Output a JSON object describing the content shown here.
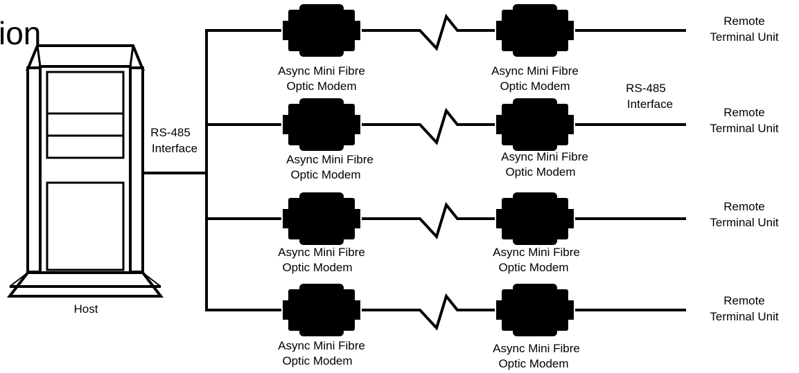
{
  "title_fragment": "ion",
  "host": {
    "label": "Host"
  },
  "host_interface": {
    "line1": "RS-485",
    "line2": "Interface"
  },
  "remote_interface": {
    "line1": "RS-485",
    "line2": "Interface"
  },
  "modem_label": {
    "line1": "Async Mini Fibre",
    "line2": "Optic Modem"
  },
  "rtu_label": {
    "line1": "Remote",
    "line2": "Terminal Unit"
  },
  "links": [
    {
      "name": "link-1"
    },
    {
      "name": "link-2"
    },
    {
      "name": "link-3"
    },
    {
      "name": "link-4"
    }
  ],
  "colors": {
    "ink": "#000000",
    "background": "#ffffff"
  }
}
